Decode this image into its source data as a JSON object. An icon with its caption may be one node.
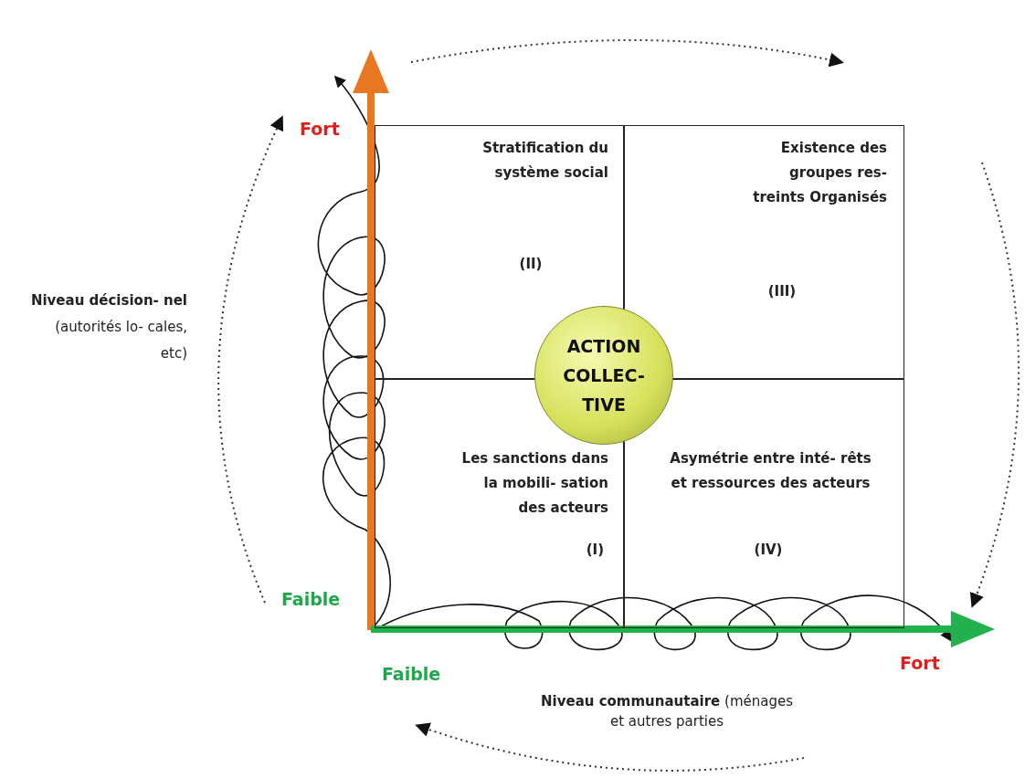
{
  "diagram": {
    "nodes": [
      {
        "text": [
          "Stratification du système social",
          "(II)"
        ]
      },
      {
        "text": [
          "Existence des groupes res- treints Organisés",
          "(III)"
        ]
      },
      {
        "text": [
          "ACTION COLLEC- TIVE"
        ]
      },
      {
        "text": [
          "Les sanctions dans la mobili- sation des acteurs",
          "(I)"
        ]
      },
      {
        "text": [
          "Asymétrie entre inté- rêts et ressources des acteurs",
          "(IV)"
        ]
      }
    ],
    "labels": [
      "Fort",
      "**Niveau décision- nel** (autorités lo- cales, etc)",
      "Faible",
      "Faible",
      "Fort",
      "**Niveau communautaire** (ménages et autres parties"
    ]
  }
}
